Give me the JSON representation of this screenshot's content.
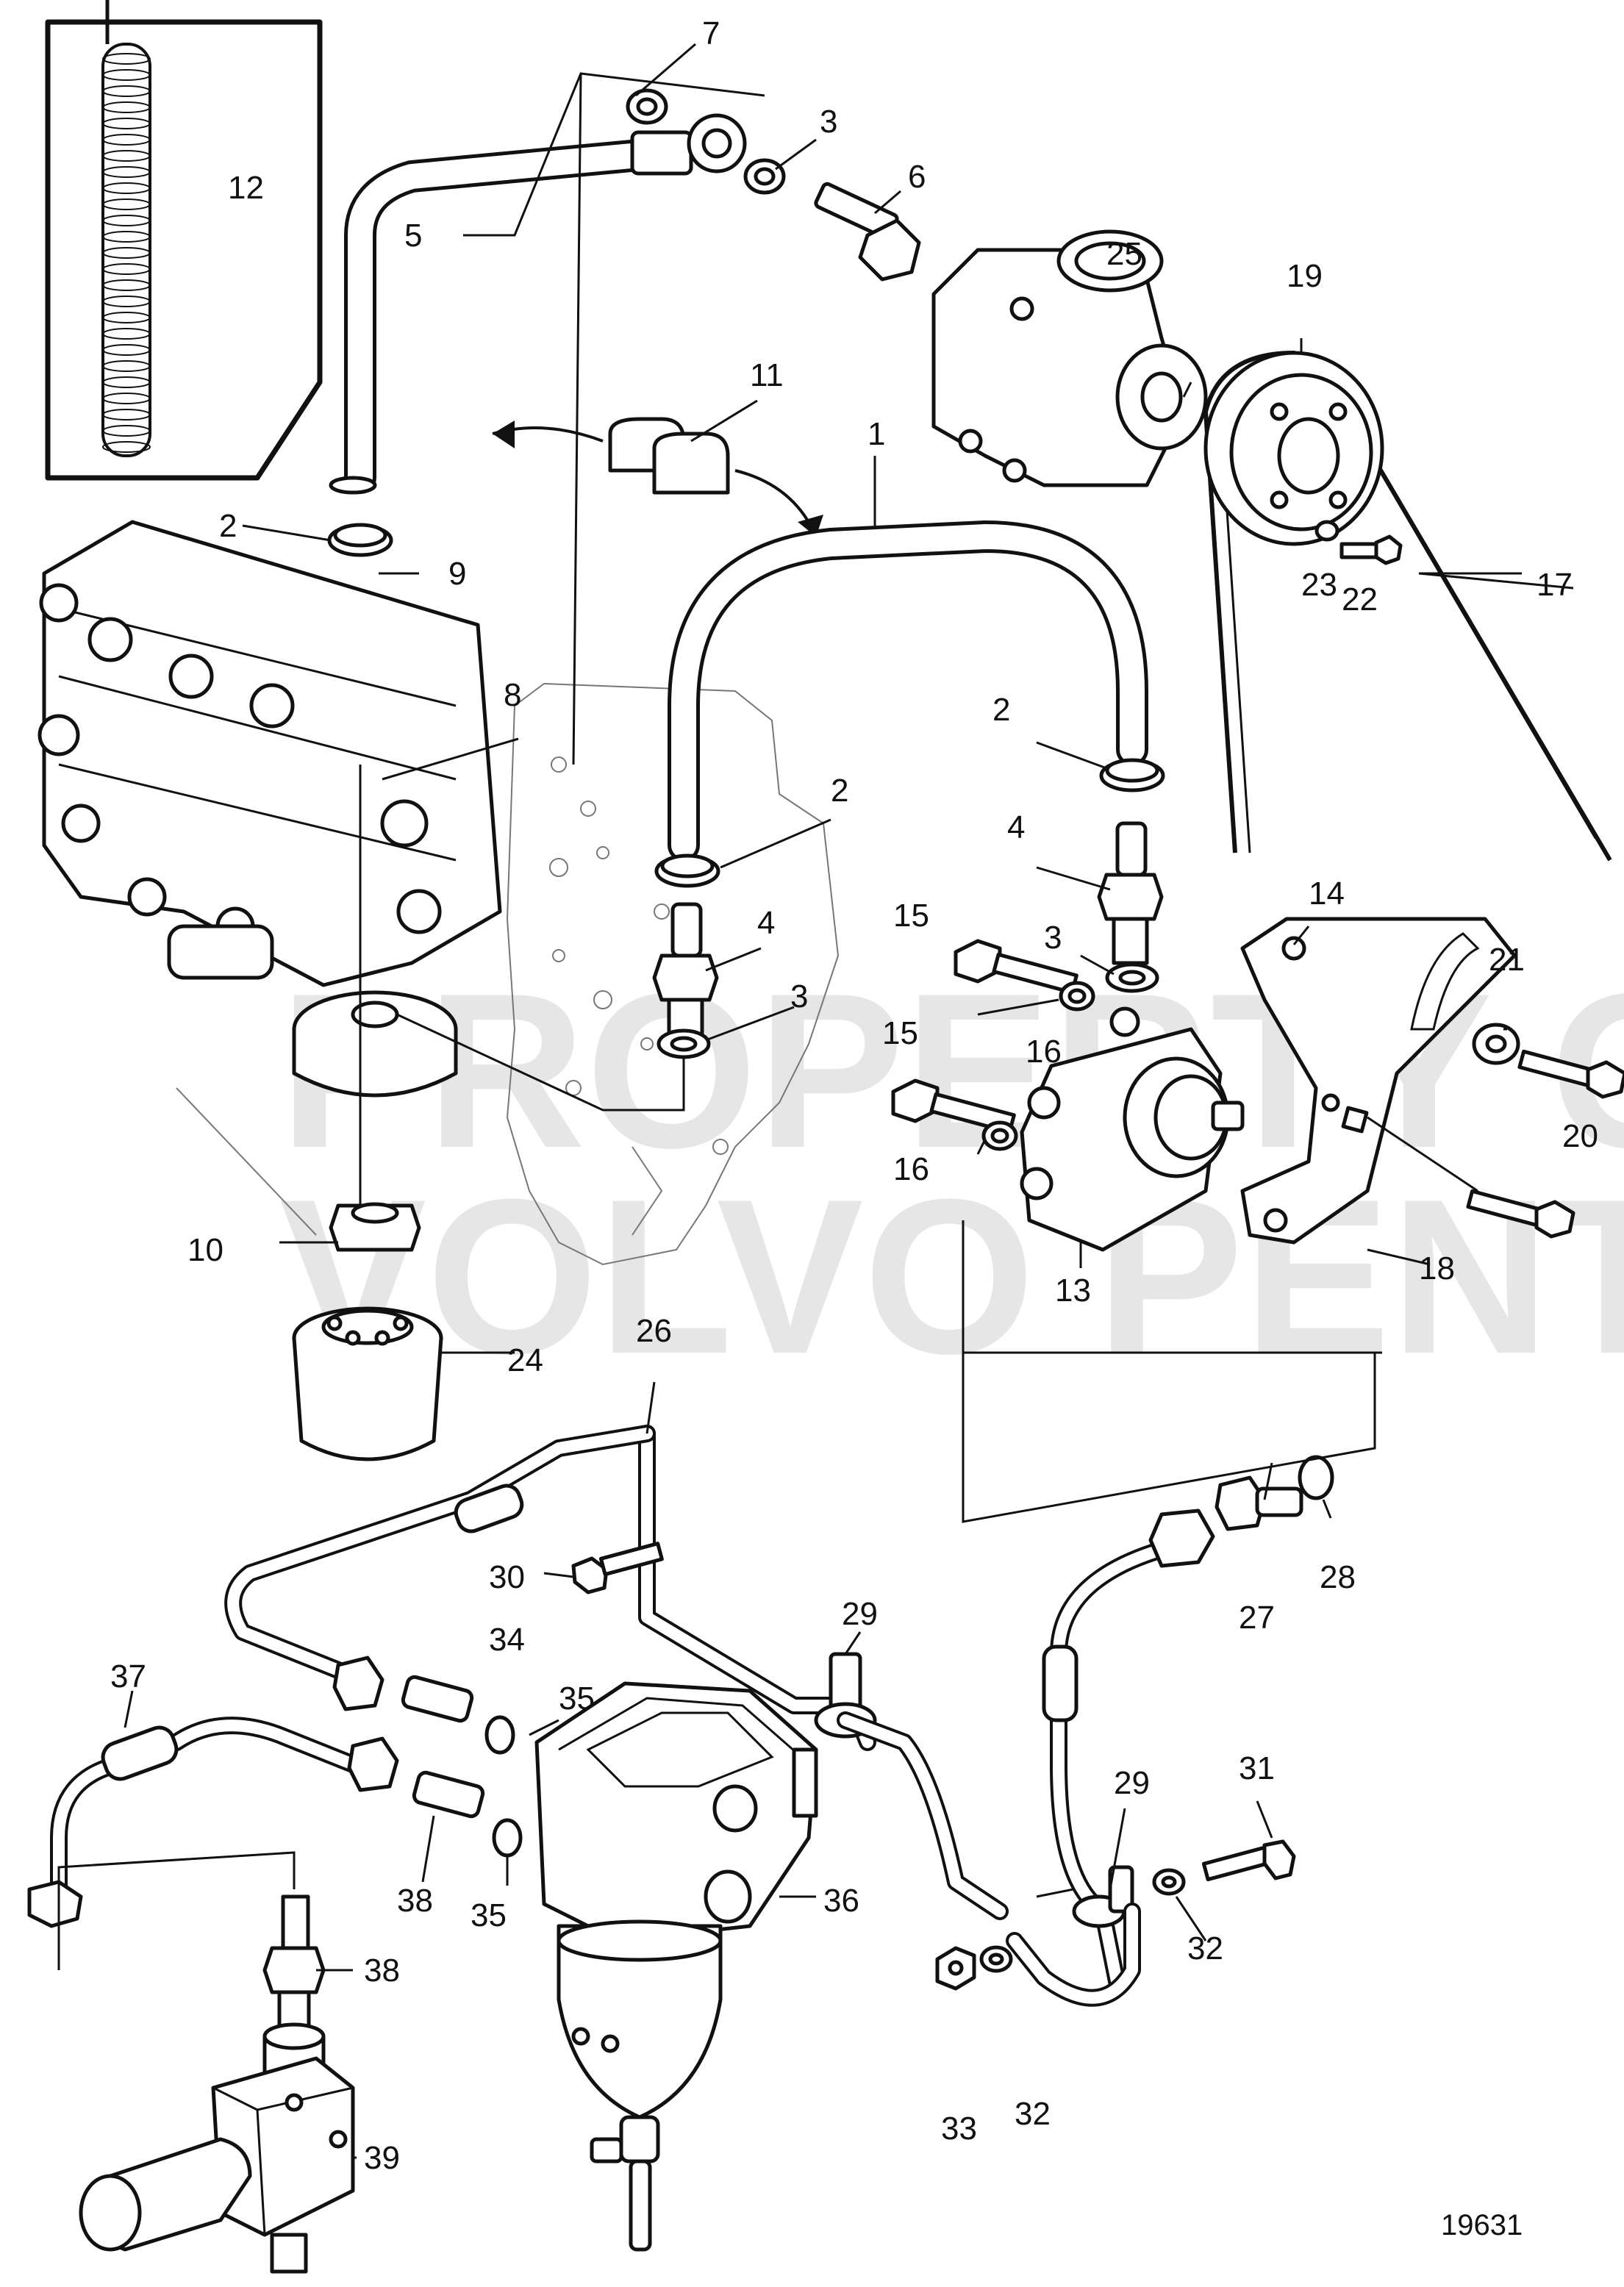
{
  "figure_number": "19631",
  "watermark": {
    "line1": "PROPERTY OF",
    "line2": "VOLVO PENTA"
  },
  "callouts": [
    "1",
    "2",
    "3",
    "4",
    "5",
    "6",
    "7",
    "8",
    "9",
    "10",
    "11",
    "12",
    "13",
    "14",
    "15",
    "16",
    "17",
    "18",
    "19",
    "20",
    "21",
    "22",
    "23",
    "24",
    "25",
    "26",
    "27",
    "28",
    "29",
    "30",
    "31",
    "32",
    "33",
    "34",
    "35",
    "36",
    "37",
    "38",
    "39"
  ],
  "labels": {
    "l1": "1",
    "l2a": "2",
    "l2b": "2",
    "l2c": "2",
    "l3a": "3",
    "l3b": "3",
    "l3c": "3",
    "l4a": "4",
    "l4b": "4",
    "l5": "5",
    "l6": "6",
    "l7": "7",
    "l8": "8",
    "l9": "9",
    "l10": "10",
    "l11": "11",
    "l12": "12",
    "l13": "13",
    "l14": "14",
    "l15a": "15",
    "l15b": "15",
    "l16a": "16",
    "l16b": "16",
    "l17": "17",
    "l18": "18",
    "l19": "19",
    "l20": "20",
    "l21": "21",
    "l22": "22",
    "l23": "23",
    "l24": "24",
    "l25": "25",
    "l26": "26",
    "l27": "27",
    "l28": "28",
    "l29a": "29",
    "l29b": "29",
    "l30": "30",
    "l31": "31",
    "l32a": "32",
    "l32b": "32",
    "l33": "33",
    "l34": "34",
    "l35a": "35",
    "l35b": "35",
    "l36": "36",
    "l37": "37",
    "l38a": "38",
    "l38b": "38",
    "l39": "39"
  }
}
